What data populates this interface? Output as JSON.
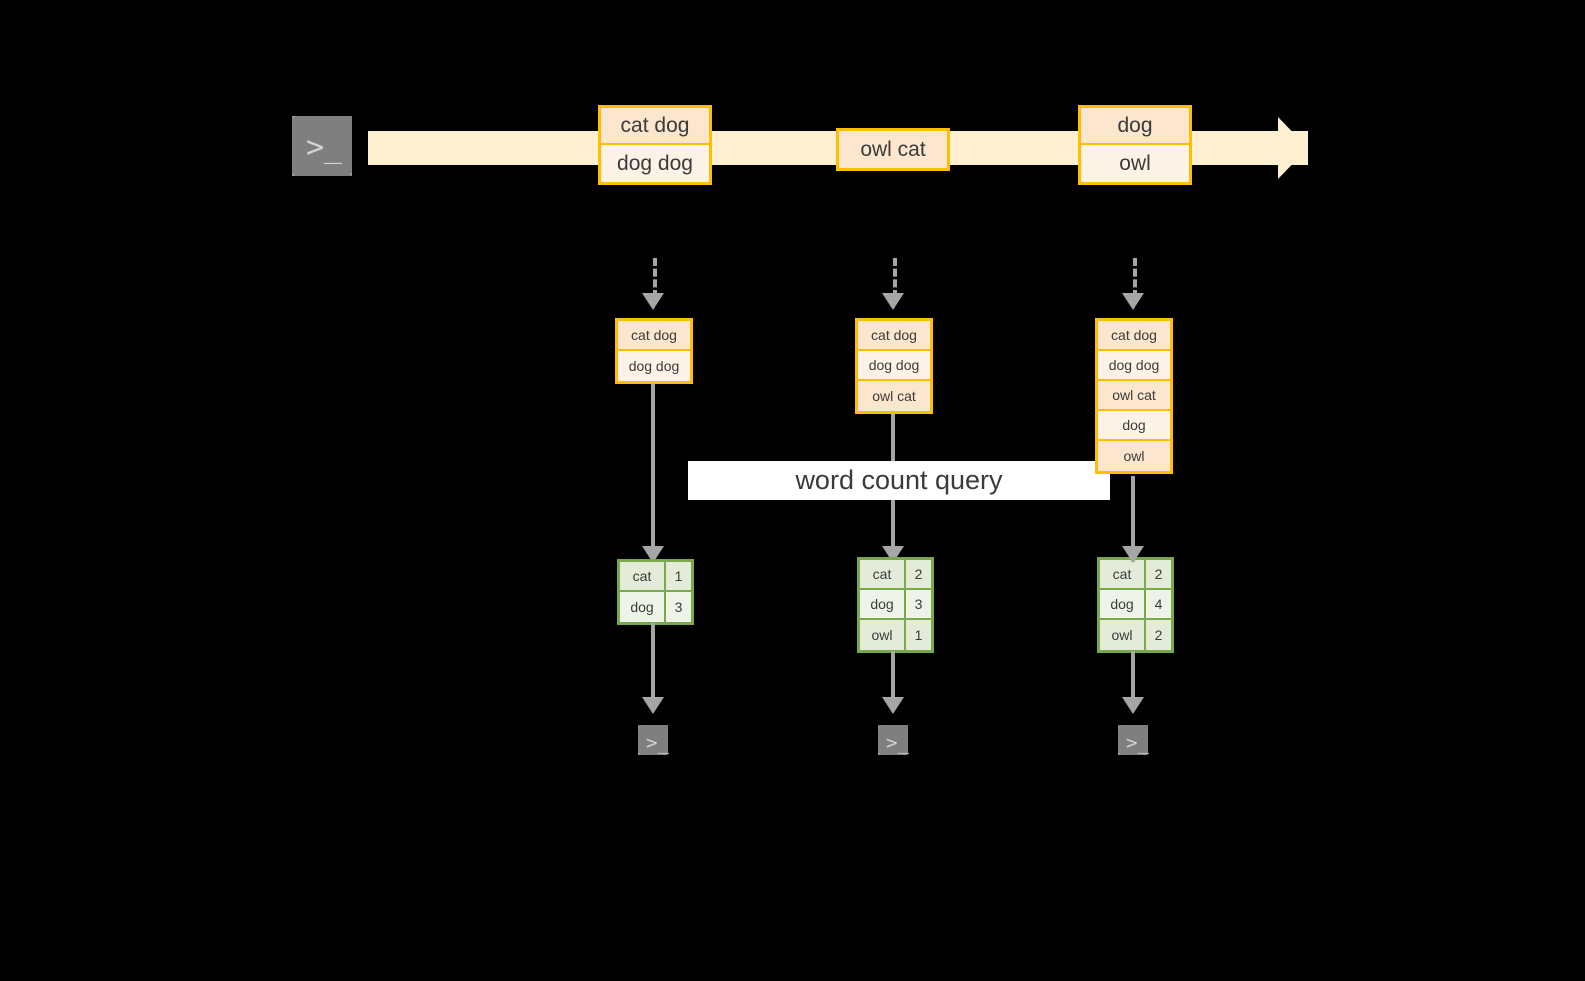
{
  "diagram": {
    "title": "word count query",
    "colors": {
      "background": "#000000",
      "message_border": "#ffbf00",
      "message_fill": "#fce6cd",
      "message_fill_alt": "#fdf2e6",
      "stream_fill": "#fdefd0",
      "result_border": "#79a94b",
      "result_fill": "#e3ebd9",
      "connector": "#a6a6a6",
      "terminal_fill": "#7f7f7f",
      "label_band": "#ffffff",
      "text": "#3b3b3b"
    }
  },
  "producer": {
    "icon": "terminal-icon",
    "prompt": ">_"
  },
  "stream": {
    "icon": "arrow-right-icon",
    "messages": [
      {
        "id": "m1",
        "lines": [
          "cat dog",
          "dog dog"
        ]
      },
      {
        "id": "m2",
        "lines": [
          "owl cat"
        ]
      },
      {
        "id": "m3",
        "lines": [
          "dog",
          "owl"
        ]
      }
    ]
  },
  "partitions": [
    {
      "id": "p1",
      "input_lines": [
        "cat dog",
        "dog dog"
      ],
      "results": [
        {
          "word": "cat",
          "count": "1"
        },
        {
          "word": "dog",
          "count": "3"
        }
      ],
      "consumer": {
        "icon": "terminal-icon",
        "prompt": ">_"
      }
    },
    {
      "id": "p2",
      "input_lines": [
        "cat dog",
        "dog dog",
        "owl cat"
      ],
      "results": [
        {
          "word": "cat",
          "count": "2"
        },
        {
          "word": "dog",
          "count": "3"
        },
        {
          "word": "owl",
          "count": "1"
        }
      ],
      "consumer": {
        "icon": "terminal-icon",
        "prompt": ">_"
      }
    },
    {
      "id": "p3",
      "input_lines": [
        "cat dog",
        "dog dog",
        "owl cat",
        "dog",
        "owl"
      ],
      "results": [
        {
          "word": "cat",
          "count": "2"
        },
        {
          "word": "dog",
          "count": "4"
        },
        {
          "word": "owl",
          "count": "2"
        }
      ],
      "consumer": {
        "icon": "terminal-icon",
        "prompt": ">_"
      }
    }
  ]
}
